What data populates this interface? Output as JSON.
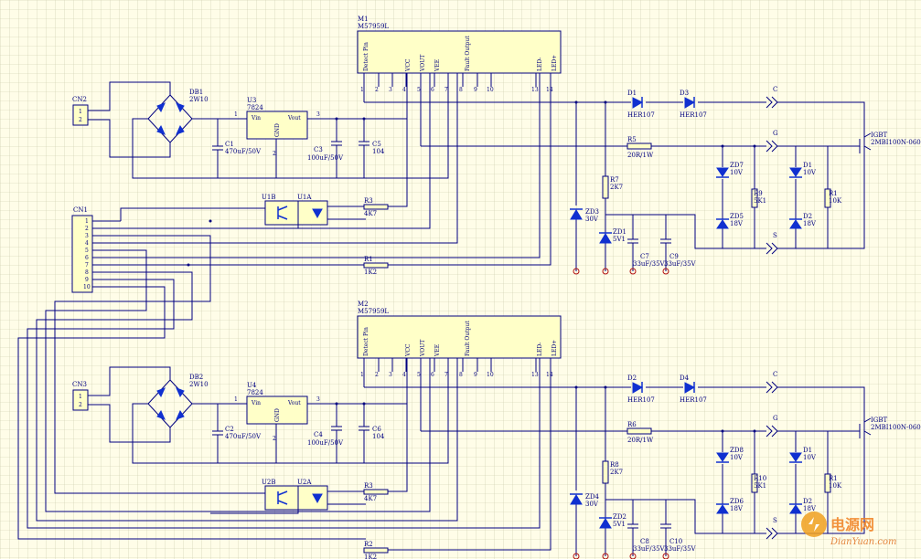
{
  "logo": {
    "cn": "电源网",
    "url": "DianYuan.com"
  },
  "modules": [
    {
      "driver": {
        "ref": "M1",
        "part": "M57959L",
        "pin_names": [
          "Detect Pin",
          "VCC",
          "VOUT",
          "VEE",
          "Fault Output",
          "LED-",
          "LED+"
        ],
        "pin_numbers": [
          "1",
          "2",
          "3",
          "4",
          "5",
          "6",
          "7",
          "8",
          "9",
          "10",
          "13",
          "14"
        ]
      },
      "input_conn": {
        "ref": "CN2",
        "pins": [
          "1",
          "2"
        ]
      },
      "bridge": {
        "ref": "DB1",
        "part": "2W10"
      },
      "regulator": {
        "ref": "U3",
        "part": "7824",
        "pin_vin": "Vin",
        "pin_vout": "Vout",
        "pin_gnd": "GND",
        "num1": "1",
        "num2": "2",
        "num3": "3"
      },
      "c_in": {
        "ref": "C1",
        "val": "470uF/50V"
      },
      "c_out": {
        "ref": "C3",
        "val": "100uF/50V"
      },
      "c_hf": {
        "ref": "C5",
        "val": "104"
      },
      "opto_b": "U1B",
      "opto_a": "U1A",
      "r_led": {
        "ref": "R3",
        "val": "4K7"
      },
      "r_in": {
        "ref": "R1",
        "val": "1K2"
      },
      "d_a": {
        "ref": "D1",
        "val": "HER107"
      },
      "d_b": {
        "ref": "D3",
        "val": "HER107"
      },
      "r_gate": {
        "ref": "R5",
        "val": "20R/1W"
      },
      "r_det": {
        "ref": "R7",
        "val": "2K7"
      },
      "z_30": {
        "ref": "ZD3",
        "val": "30V"
      },
      "z_5": {
        "ref": "ZD1",
        "val": "5V1"
      },
      "c_a": {
        "ref": "C7",
        "val": "33uF/35V"
      },
      "c_b": {
        "ref": "C9",
        "val": "33uF/35V"
      },
      "z_g1": {
        "ref": "ZD7",
        "val": "10V"
      },
      "z_g2": {
        "ref": "ZD5",
        "val": "18V"
      },
      "r_ge": {
        "ref": "R9",
        "val": "5K1"
      },
      "z_o1": {
        "ref": "D1",
        "val": "10V"
      },
      "z_o2": {
        "ref": "D2",
        "val": "18V"
      },
      "r_o": {
        "ref": "R1",
        "val": "10K"
      },
      "igbt": {
        "ref": "IGBT",
        "part": "2MBI100N-060"
      },
      "terms": [
        "C",
        "G",
        "S"
      ]
    },
    {
      "driver": {
        "ref": "M2",
        "part": "M57959L",
        "pin_names": [
          "Detect Pin",
          "VCC",
          "VOUT",
          "VEE",
          "Fault Output",
          "LED-",
          "LED+"
        ],
        "pin_numbers": [
          "1",
          "2",
          "3",
          "4",
          "5",
          "6",
          "7",
          "8",
          "9",
          "10",
          "13",
          "14"
        ]
      },
      "input_conn": {
        "ref": "CN3",
        "pins": [
          "1",
          "2"
        ]
      },
      "bridge": {
        "ref": "DB2",
        "part": "2W10"
      },
      "regulator": {
        "ref": "U4",
        "part": "7824",
        "pin_vin": "Vin",
        "pin_vout": "Vout",
        "pin_gnd": "GND",
        "num1": "1",
        "num2": "2",
        "num3": "3"
      },
      "c_in": {
        "ref": "C2",
        "val": "470uF/50V"
      },
      "c_out": {
        "ref": "C4",
        "val": "100uF/50V"
      },
      "c_hf": {
        "ref": "C6",
        "val": "104"
      },
      "opto_b": "U2B",
      "opto_a": "U2A",
      "r_led": {
        "ref": "R3",
        "val": "4K7"
      },
      "r_in": {
        "ref": "R2",
        "val": "1K2"
      },
      "d_a": {
        "ref": "D2",
        "val": "HER107"
      },
      "d_b": {
        "ref": "D4",
        "val": "HER107"
      },
      "r_gate": {
        "ref": "R6",
        "val": "20R/1W"
      },
      "r_det": {
        "ref": "R8",
        "val": "2K7"
      },
      "z_30": {
        "ref": "ZD4",
        "val": "30V"
      },
      "z_5": {
        "ref": "ZD2",
        "val": "5V1"
      },
      "c_a": {
        "ref": "C8",
        "val": "33uF/35V"
      },
      "c_b": {
        "ref": "C10",
        "val": "33uF/35V"
      },
      "z_g1": {
        "ref": "ZD8",
        "val": "10V"
      },
      "z_g2": {
        "ref": "ZD6",
        "val": "18V"
      },
      "r_ge": {
        "ref": "R10",
        "val": "5K1"
      },
      "z_o1": {
        "ref": "D1",
        "val": "10V"
      },
      "z_o2": {
        "ref": "D2",
        "val": "18V"
      },
      "r_o": {
        "ref": "R1",
        "val": "10K"
      },
      "igbt": {
        "ref": "IGBT",
        "part": "2MBI100N-060"
      },
      "terms": [
        "C",
        "G",
        "S"
      ]
    }
  ],
  "header": {
    "ref": "CN1",
    "pins": [
      "1",
      "2",
      "3",
      "4",
      "5",
      "6",
      "7",
      "8",
      "9",
      "10"
    ]
  }
}
